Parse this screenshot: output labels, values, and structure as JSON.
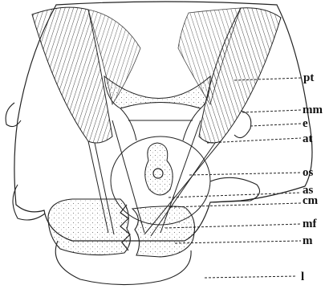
{
  "figure": {
    "labels": [
      {
        "id": "pt",
        "text": "pt"
      },
      {
        "id": "mm",
        "text": "mm"
      },
      {
        "id": "e",
        "text": "e"
      },
      {
        "id": "at",
        "text": "at"
      },
      {
        "id": "os",
        "text": "os"
      },
      {
        "id": "as",
        "text": "as"
      },
      {
        "id": "cm",
        "text": "cm"
      },
      {
        "id": "mf",
        "text": "mf"
      },
      {
        "id": "m",
        "text": "m"
      },
      {
        "id": "l",
        "text": "l"
      }
    ]
  }
}
